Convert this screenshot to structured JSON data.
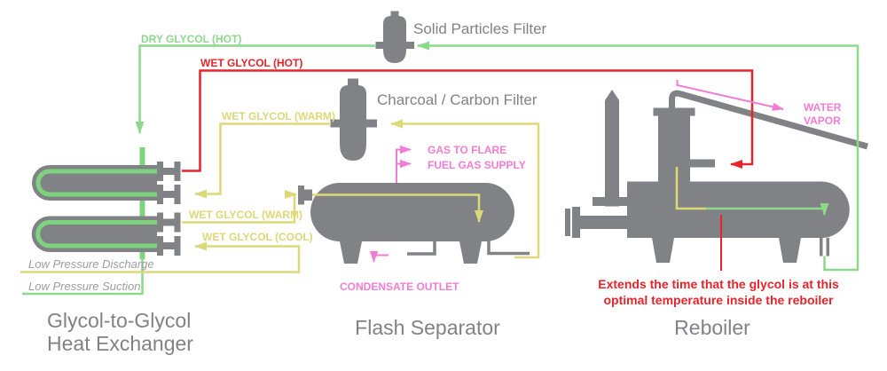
{
  "diagram_title": "Glycol dehydration process flow diagram",
  "colors": {
    "equipment_gray": "#818285",
    "dry_glycol_green": "#8cd98c",
    "wet_glycol_hot_red": "#e8232a",
    "wet_glycol_warm_yellow": "#ddd878",
    "gas_pink": "#f27cd3",
    "label_gray": "#818285",
    "italic_label_gray": "#9b9ea1",
    "note_red": "#e8232a",
    "background": "#ffffff"
  },
  "flow_labels": {
    "dry_glycol_hot": "DRY GLYCOL (HOT)",
    "wet_glycol_hot": "WET GLYCOL (HOT)",
    "wet_glycol_warm_to_filter": "WET GLYCOL (WARM)",
    "wet_glycol_warm_to_separator": "WET GLYCOL (WARM)",
    "wet_glycol_cool": "WET GLYCOL (COOL)",
    "low_pressure_discharge": "Low Pressure Discharge",
    "low_pressure_suction": "Low Pressure Suction",
    "gas_to_flare": "GAS TO FLARE",
    "fuel_gas_supply": "FUEL GAS SUPPLY",
    "condensate_outlet": "CONDENSATE OUTLET",
    "water_vapor_line1": "WATER",
    "water_vapor_line2": "VAPOR"
  },
  "equipment_labels": {
    "solid_particles_filter": "Solid Particles Filter",
    "charcoal_filter": "Charcoal / Carbon Filter",
    "flash_separator": "Flash Separator",
    "heat_exchanger_line1": "Glycol-to-Glycol",
    "heat_exchanger_line2": "Heat Exchanger",
    "reboiler": "Reboiler"
  },
  "annotation": {
    "line1": "Extends the time that the glycol is at this",
    "line2": "optimal temperature inside the reboiler"
  }
}
